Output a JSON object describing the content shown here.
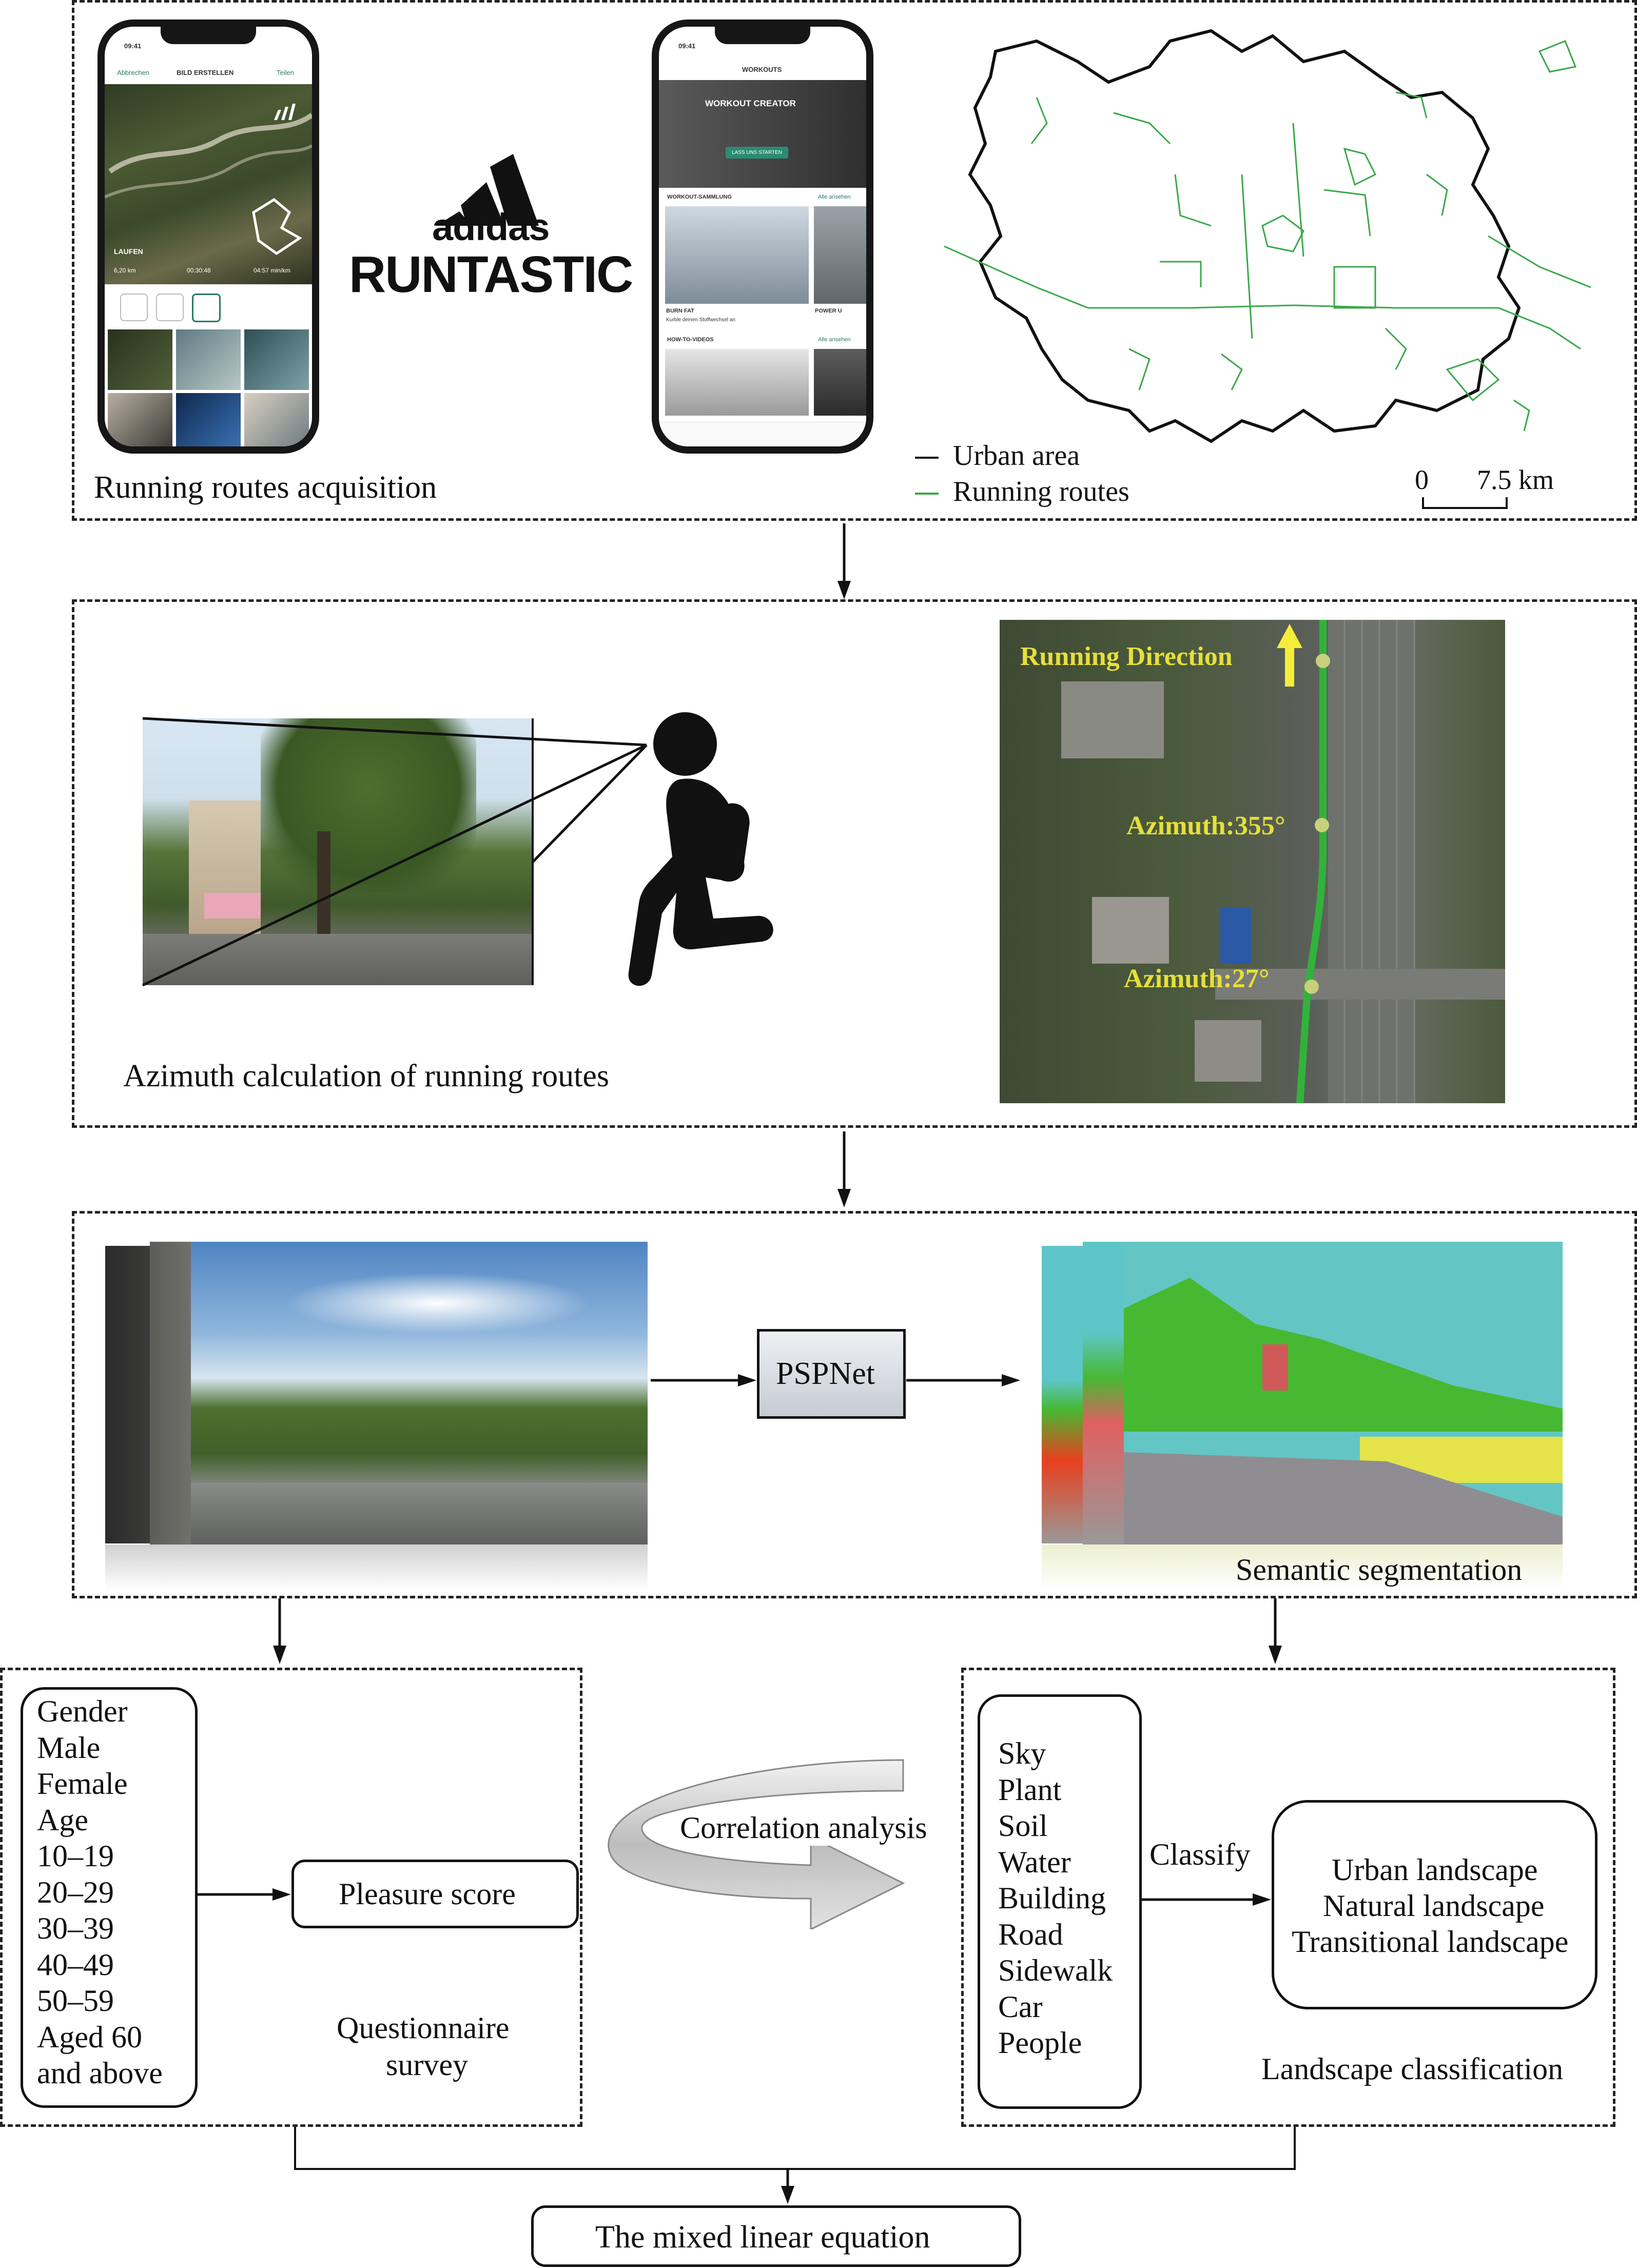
{
  "stage1": {
    "caption": "Running routes acquisition",
    "brand": {
      "line1": "adidas",
      "line2": "RUNTASTIC"
    },
    "phone1": {
      "time": "09:41",
      "nav_left": "Abbrechen",
      "nav_title": "BILD ERSTELLEN",
      "nav_right": "Teilen",
      "activity": "LAUFEN",
      "stats": [
        "6,20 km",
        "00:30:48",
        "04:57 min/km"
      ]
    },
    "phone2": {
      "time": "09:41",
      "header": "WORKOUTS",
      "hero_title": "WORKOUT CREATOR",
      "hero_button": "LASS UNS STARTEN",
      "section1": "WORKOUT-SAMMLUNG",
      "section1_link": "Alle ansehen",
      "card1_title": "BURN FAT",
      "card1_sub": "Kurble deinen Stoffwechsel an",
      "card2_title": "POWER U",
      "section2": "HOW-TO-VIDEOS",
      "section2_link": "Alle ansehen"
    },
    "map": {
      "legend": [
        {
          "label": "Urban area",
          "color": "#111111"
        },
        {
          "label": "Running routes",
          "color": "#3aa84a"
        }
      ],
      "scale": {
        "start": "0",
        "end": "7.5 km"
      }
    }
  },
  "stage2": {
    "caption": "Azimuth calculation of running routes",
    "direction_label": "Running Direction",
    "azimuths": [
      "Azimuth:355°",
      "Azimuth:27°"
    ]
  },
  "stage3": {
    "model": "PSPNet",
    "caption": "Semantic segmentation"
  },
  "stage4": {
    "demographics": [
      "Gender",
      "Male",
      "Female",
      "Age",
      "10–19",
      "20–29",
      "30–39",
      "40–49",
      "50–59",
      "Aged 60",
      "and above"
    ],
    "pleasure": "Pleasure score",
    "survey_caption": [
      "Questionnaire",
      "survey"
    ],
    "correlation": "Correlation analysis",
    "classes": [
      "Sky",
      "Plant",
      "Soil",
      "Water",
      "Building",
      "Road",
      "Sidewalk",
      "Car",
      "People"
    ],
    "classify": "Classify",
    "landscapes": [
      "Urban landscape",
      "Natural landscape",
      "Transitional landscape"
    ],
    "landscape_caption": "Landscape classification"
  },
  "final": "The mixed linear equation"
}
